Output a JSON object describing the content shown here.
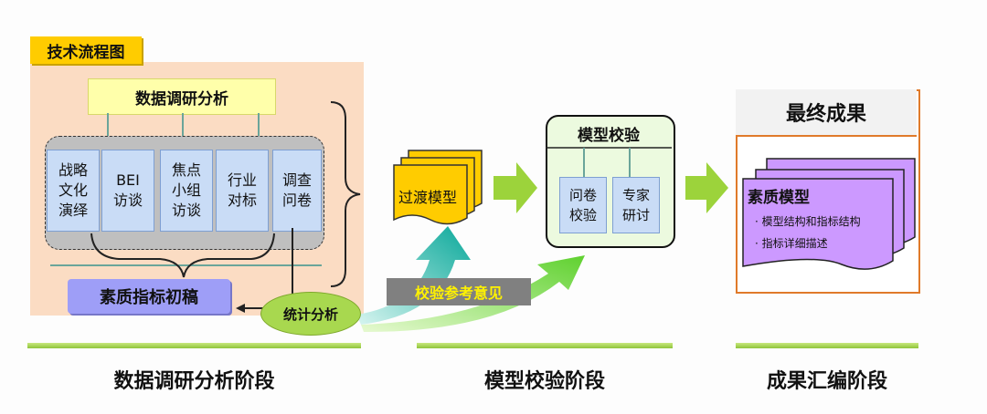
{
  "tag": "技术流程图",
  "data_header": "数据调研分析",
  "methods": [
    {
      "label": "战略\n文化\n演绎"
    },
    {
      "label": "BEI\n访谈"
    },
    {
      "label": "焦点\n小组\n访谈"
    },
    {
      "label": "行业\n对标"
    },
    {
      "label": "调查\n问卷"
    }
  ],
  "draft": "素质指标初稿",
  "stat": "统计分析",
  "feedback": "校验参考意见",
  "transition": "过渡模型",
  "validation": {
    "title": "模型校验",
    "items": [
      {
        "label": "问卷\n校验"
      },
      {
        "label": "专家\n研讨"
      }
    ]
  },
  "final": {
    "title": "最终成果",
    "card_title": "素质模型",
    "items": [
      "· 模型结构和指标结构",
      "· 指标详细描述"
    ]
  },
  "phases": [
    "数据调研分析阶段",
    "模型校验阶段",
    "成果汇编阶段"
  ],
  "colors": {
    "accent_green": "#8fc43a",
    "tag_yellow": "#ffcc00",
    "card_purple": "#cc99ff",
    "transition_yellow": "#ffcc00"
  }
}
